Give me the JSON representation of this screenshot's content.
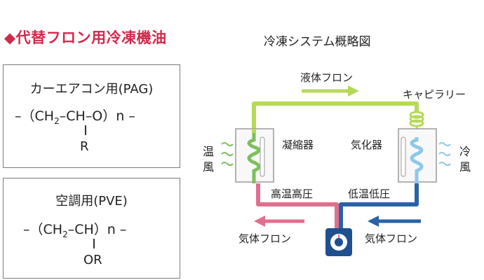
{
  "left_title": "◆代替フロン用冷凍機油",
  "card1": {
    "title": "カーエアコン用(PAG)",
    "formula_prefix": "–（CH",
    "formula_sub": "2",
    "formula_mid": "–CH–O）n –",
    "substituent": "R"
  },
  "card2": {
    "title": "空調用(PVE)",
    "formula_prefix": "–（CH",
    "formula_sub": "2",
    "formula_mid": "–CH）n –",
    "substituent": "OR"
  },
  "diagram": {
    "title": "冷凍システム概略図",
    "top_flow_label": "液体フロン",
    "capillary_label": "キャピラリー",
    "condenser_label": "凝縮器",
    "evaporator_label": "気化器",
    "warm_air_label": "温風",
    "cold_air_label": "冷風",
    "high_label": "高温高圧",
    "low_label": "低温低圧",
    "gas_left_label": "気体フロン",
    "gas_right_label": "気体フロン"
  },
  "colors": {
    "title_red": "#d02a4b",
    "liquid_green": "#b7d95a",
    "condenser_green": "#7dbf5e",
    "hot_pink": "#e06f8e",
    "cold_blue": "#2a62a8",
    "evap_light_blue": "#8ec8e8",
    "compressor_navy": "#1f4f8f"
  }
}
